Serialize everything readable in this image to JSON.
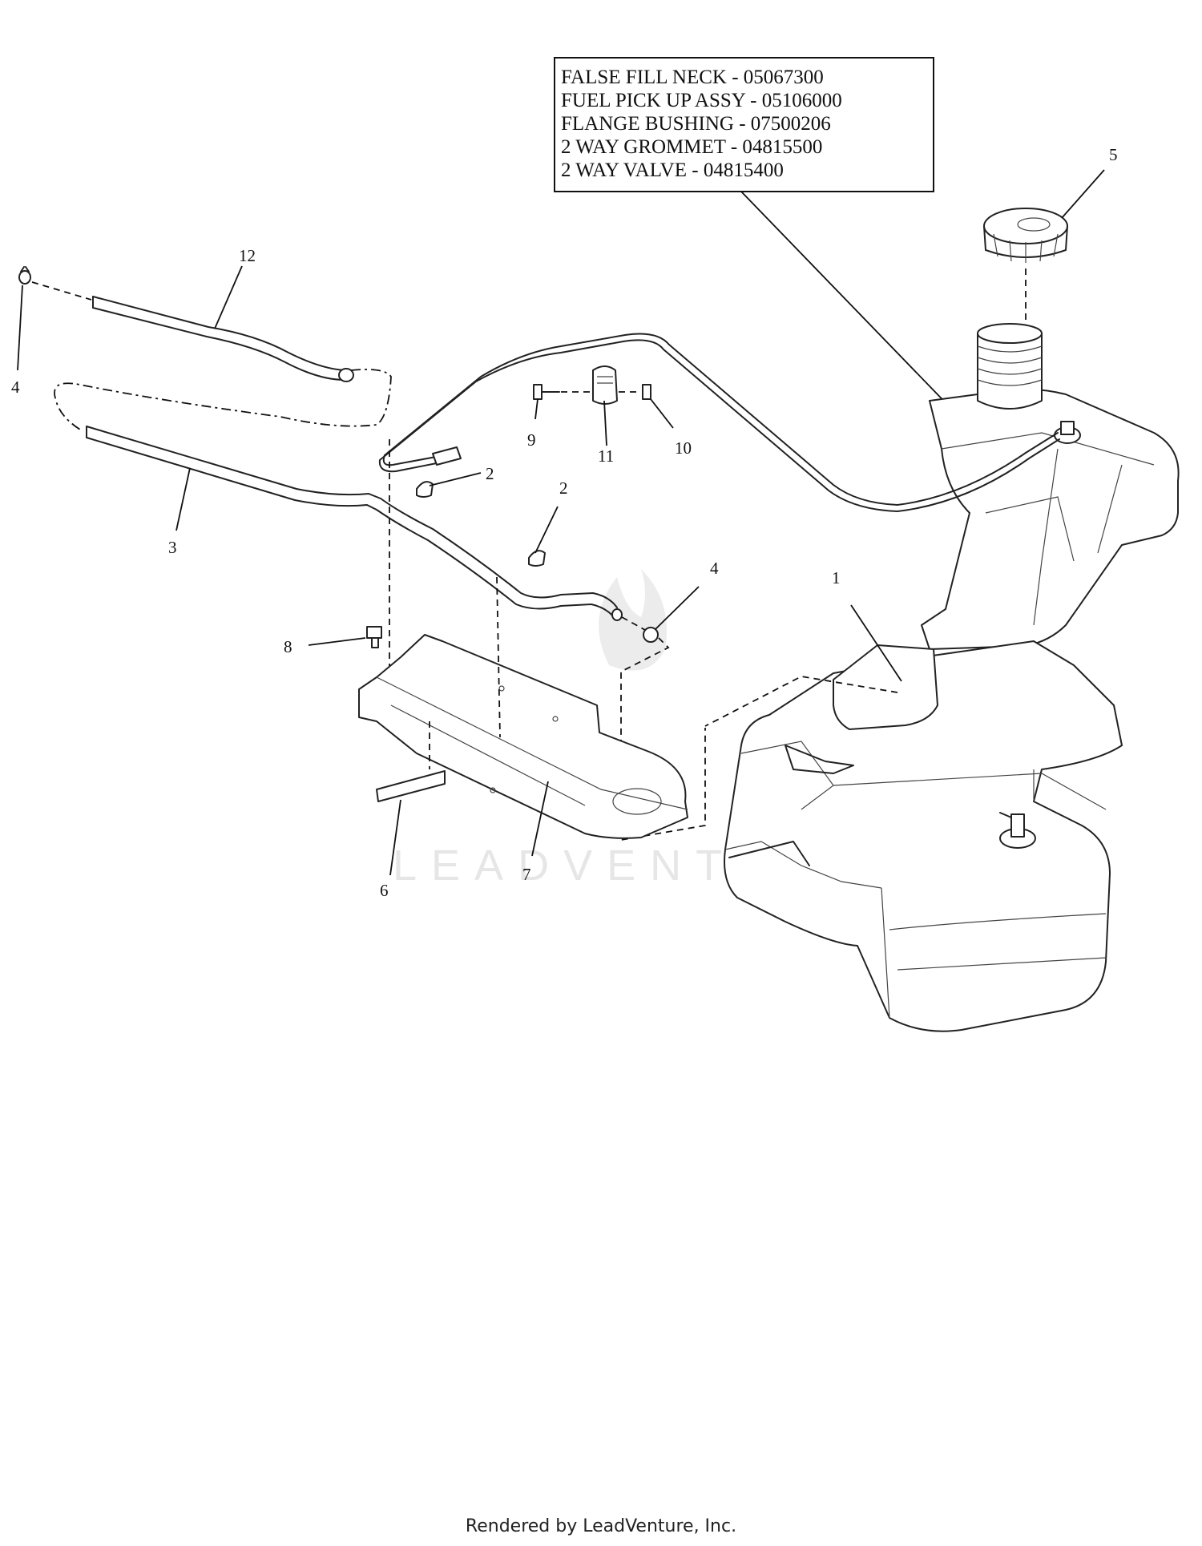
{
  "parts_box": {
    "lines": [
      "FALSE FILL NECK - 05067300",
      "FUEL PICK UP ASSY - 05106000",
      "FLANGE BUSHING - 07500206",
      "2 WAY GROMMET - 04815500",
      "2 WAY VALVE - 04815400"
    ]
  },
  "callouts": {
    "c12": "12",
    "c4a": "4",
    "c3": "3",
    "c2a": "2",
    "c2b": "2",
    "c9": "9",
    "c11": "11",
    "c10": "10",
    "c4b": "4",
    "c8": "8",
    "c1": "1",
    "c5": "5",
    "c7": "7",
    "c6": "6"
  },
  "watermark": "LEADVENTURE",
  "footer": "Rendered by LeadVenture, Inc."
}
